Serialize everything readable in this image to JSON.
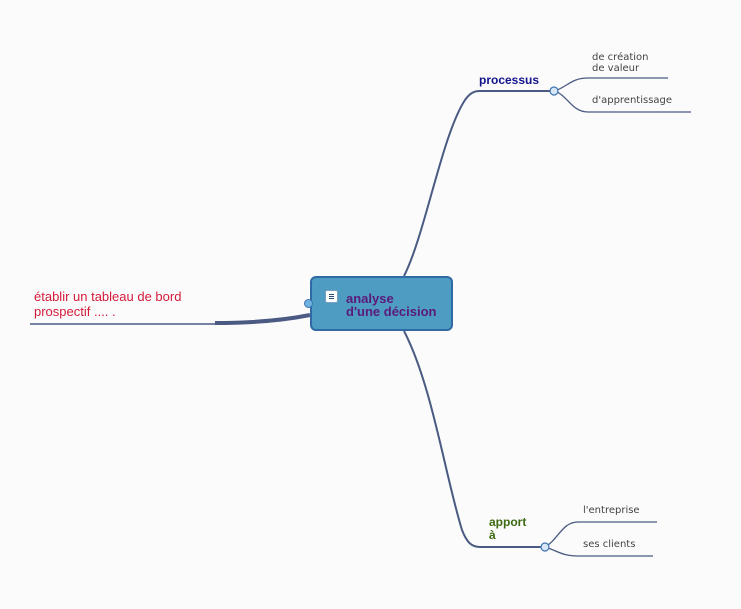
{
  "central": {
    "label": "analyse\nd'une décision",
    "text_color": "#5a1a7a",
    "fill": "#4f9cc3",
    "border": "#2f6aa6",
    "icon": "note-icon"
  },
  "branches": {
    "processus": {
      "label": "processus",
      "color": "#14138c",
      "children": [
        {
          "label": "de création\nde valeur"
        },
        {
          "label": "d'apprentissage"
        }
      ]
    },
    "apport": {
      "label": "apport\nà",
      "color": "#3c6a12",
      "children": [
        {
          "label": "l'entreprise"
        },
        {
          "label": "ses clients"
        }
      ]
    },
    "tableau": {
      "label": "établir un tableau de bord\nprospectif .... .",
      "color": "#d41a3a"
    }
  },
  "style": {
    "connector_color": "#4a5a82",
    "leaf_text_color": "#444444",
    "expander_fill": "#d8e6f5",
    "expander_stroke": "#3e74b2",
    "background": "#fbfbfb"
  }
}
